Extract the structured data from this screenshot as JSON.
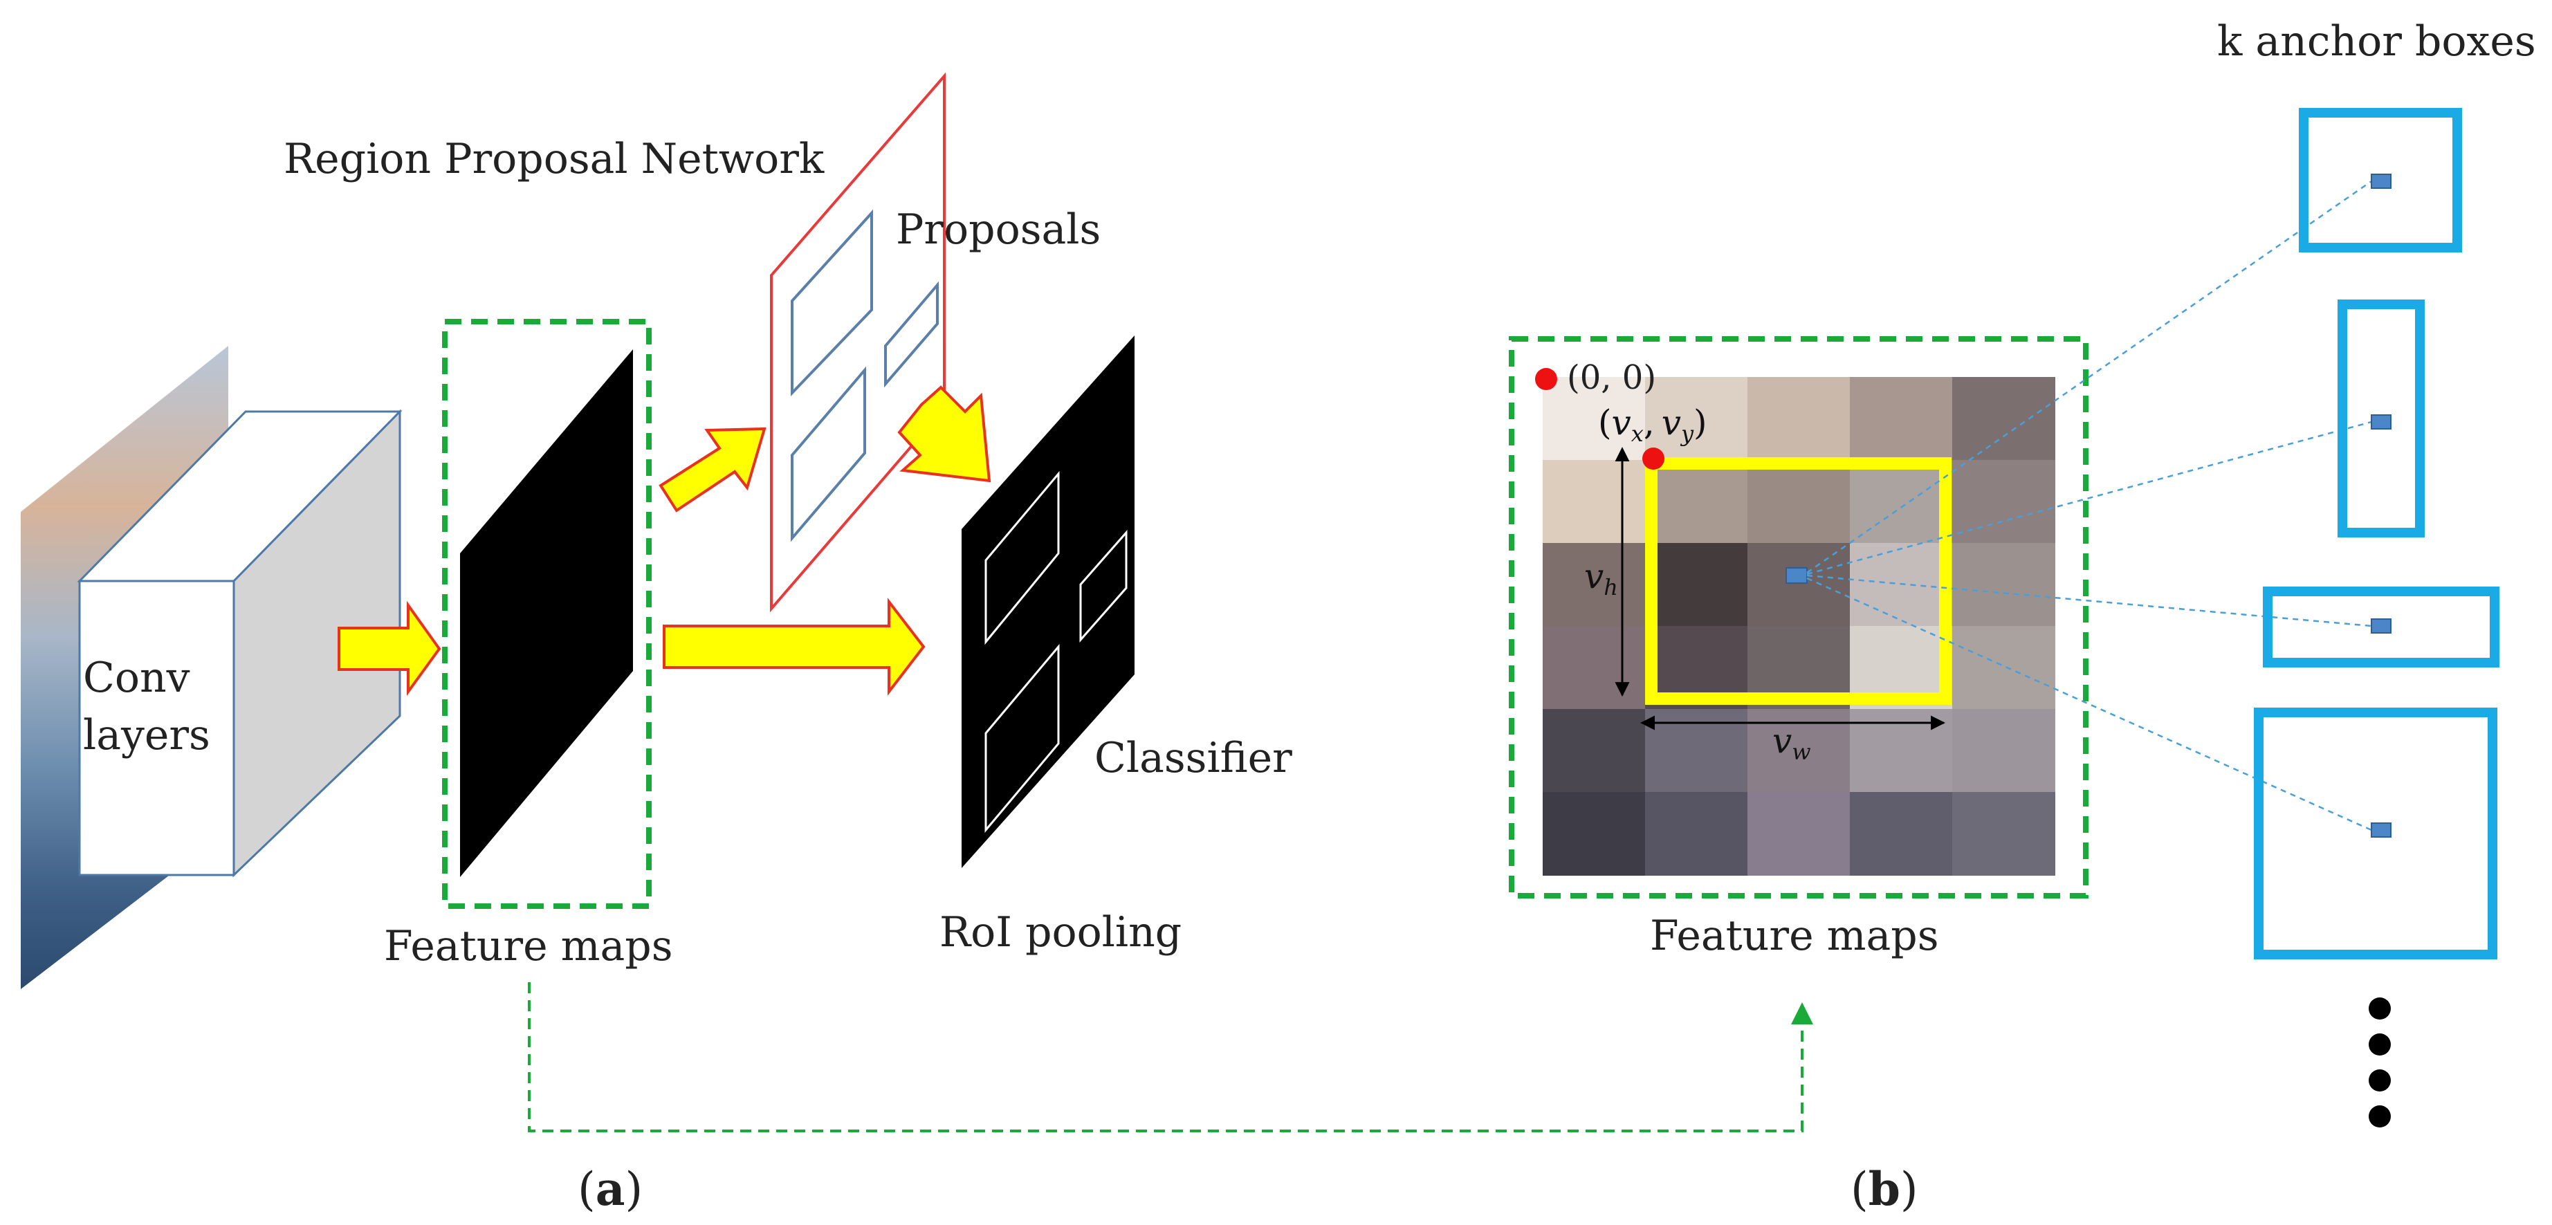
{
  "labels": {
    "region_proposal_network": "Region Proposal Network",
    "proposals": "Proposals",
    "conv_line1": "Conv",
    "conv_line2": "layers",
    "feature_maps_a": "Feature maps",
    "roi_pooling": "RoI pooling",
    "classifier": "Classifier",
    "feature_maps_b": "Feature maps",
    "k_anchor_boxes": "k anchor boxes",
    "origin": "(0, 0)",
    "vx": "v",
    "vx_sub": "x",
    "vy": "v",
    "vy_sub": "y",
    "vh": "v",
    "vh_sub": "h",
    "vw": "v",
    "vw_sub": "w",
    "paren_open": "(",
    "comma": ",",
    "paren_close": ")",
    "panel_a_open": "(",
    "panel_a_letter": "a",
    "panel_a_close": ")",
    "panel_b_open": "(",
    "panel_b_letter": "b",
    "panel_b_close": ")"
  },
  "colors": {
    "dashed_green": "#1aaa3a",
    "rpn_red": "#e83a3a",
    "proposal_box_blue": "#5a7fa8",
    "arrow_fill": "#ffff00",
    "arrow_stroke": "#e8321e",
    "anchor_blue": "#1aabe6",
    "center_blue": "#4a86c8",
    "yellow_roi": "#ffff00",
    "red_dot": "#ee1111",
    "feature_map_black": "#000000",
    "grid_colors": [
      [
        "#f0e9e3",
        "#ddd0c5",
        "#cab8aa",
        "#a89790",
        "#7b6f6f"
      ],
      [
        "#dccdbd",
        "#a99a91",
        "#9b8b85",
        "#aaa3a0",
        "#8c8080"
      ],
      [
        "#7e6f6d",
        "#433b3c",
        "#6e6362",
        "#c3bcbb",
        "#9b928f"
      ],
      [
        "#807076",
        "#544a4f",
        "#6d6566",
        "#d8d2cd",
        "#aaa29e"
      ],
      [
        "#4a4751",
        "#6e6a78",
        "#8a7e89",
        "#a39ba2",
        "#9c959c"
      ],
      [
        "#3e3c47",
        "#575564",
        "#877d8e",
        "#605e6c",
        "#6e6b78"
      ]
    ]
  }
}
